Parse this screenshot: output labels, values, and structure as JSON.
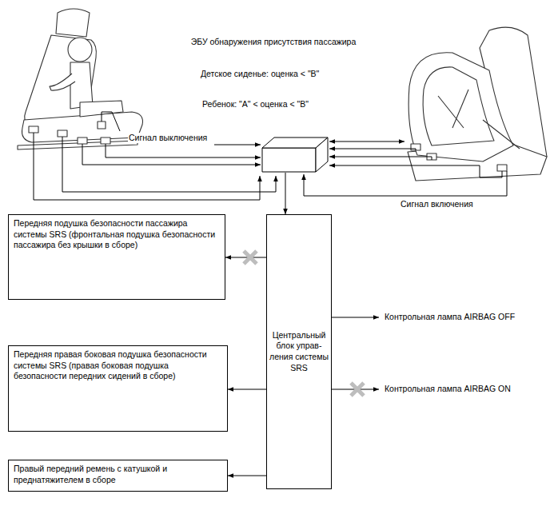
{
  "diagram": {
    "nodes": [
      {
        "text": [
          "ЭБУ обнаружения присутствия пассажира"
        ]
      },
      {
        "text": [
          "Передняя подушка безопасности пассажира системы SRS (фронтальная подушка безопасности пассажира без крышки в сборе)"
        ]
      },
      {
        "text": [
          "Центральный блок управ- ления системы SRS"
        ]
      },
      {
        "text": [
          "Передняя правая боковая подушка безопасности системы SRS (правая боковая подушка безопасности передних сидений в сборе)"
        ]
      },
      {
        "text": [
          "Правый передний ремень с катушкой и преднатяжителем в сборе"
        ]
      }
    ],
    "edges": [
      {
        "from": 0,
        "to": 2,
        "arrow": "to"
      },
      {
        "from": 2,
        "to": 1,
        "arrow": "to"
      },
      {
        "from": 2,
        "to": 3,
        "arrow": "to"
      },
      {
        "from": 2,
        "to": 4,
        "arrow": "to"
      }
    ],
    "labels": [
      "Детское сиденье: оценка < \"B\"",
      "Ребенок: \"A\" < оценка < \"B\"",
      "Сигнал выключения",
      "Сигнал включения",
      "Контрольная лампа AIRBAG OFF",
      "Контрольная лампа AIRBAG ON"
    ]
  }
}
